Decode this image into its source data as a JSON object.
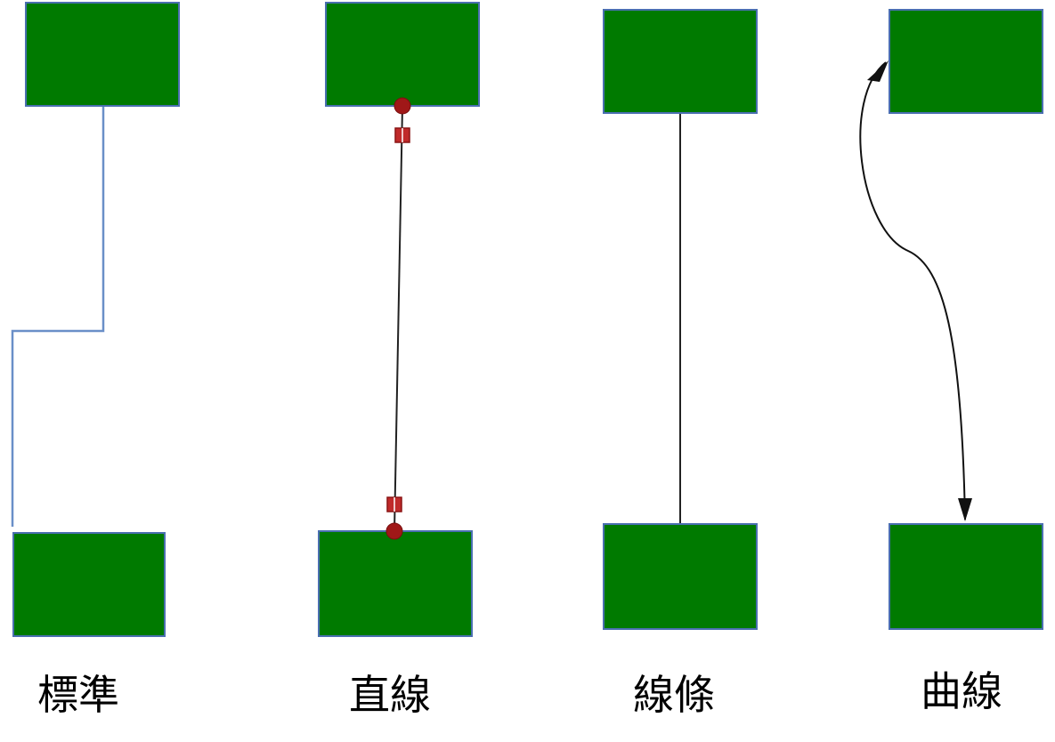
{
  "colors": {
    "box_fill": "#007a00",
    "box_border": "#4a6fb0",
    "standard_connector": "#6a8fc8",
    "line_stroke": "#222222",
    "handle_point": "#a01818",
    "handle_square": "#c02a2a"
  },
  "connectors": [
    {
      "type": "standard",
      "label": "標準"
    },
    {
      "type": "straight",
      "label": "直線"
    },
    {
      "type": "line",
      "label": "線條"
    },
    {
      "type": "curved",
      "label": "曲線"
    }
  ]
}
